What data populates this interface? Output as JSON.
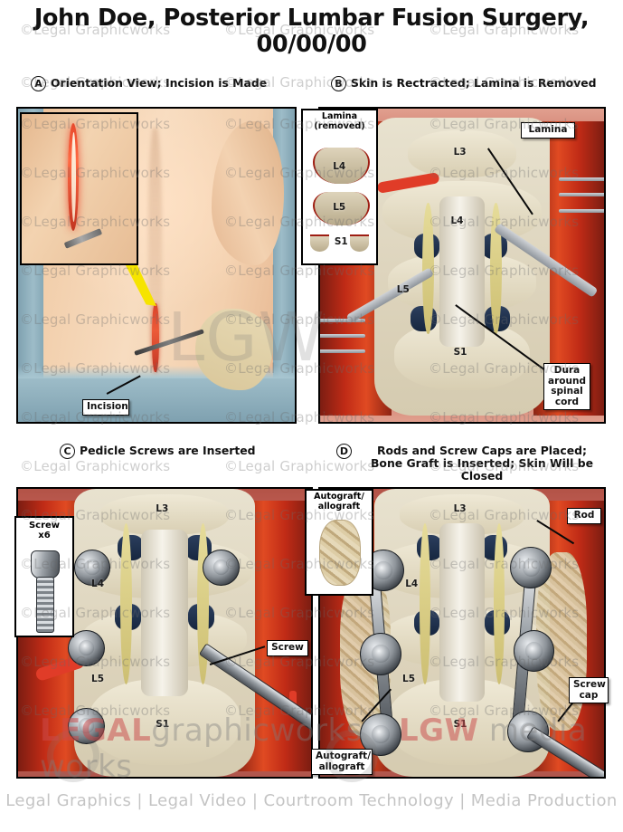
{
  "document": {
    "title_line1": "John Doe, Posterior Lumbar Fusion Surgery,",
    "title_line2": "00/00/00"
  },
  "panels": [
    {
      "letter": "A",
      "caption": "Orientation View; Incision is Made",
      "labels": [
        {
          "name": "incision-label",
          "text": "Incision"
        }
      ],
      "inset": {
        "name": "incision-closeup-inset",
        "title": ""
      }
    },
    {
      "letter": "B",
      "caption": "Skin is Rectracted; Lamina is Removed",
      "labels": [
        {
          "name": "lamina-label",
          "text": "Lamina"
        },
        {
          "name": "dura-label",
          "text": "Dura\naround\nspinal\ncord"
        }
      ],
      "vertebrae": [
        "L3",
        "L4",
        "L5",
        "S1"
      ],
      "inset": {
        "name": "lamina-removed-inset",
        "title": "Lamina\n(removed)",
        "items": [
          "L4",
          "L5",
          "S1"
        ]
      }
    },
    {
      "letter": "C",
      "caption": "Pedicle Screws are Inserted",
      "labels": [
        {
          "name": "screw-label",
          "text": "Screw"
        }
      ],
      "vertebrae": [
        "L3",
        "L4",
        "L5",
        "S1"
      ],
      "inset": {
        "name": "screw-inset",
        "title": "Screw\nx6",
        "items": []
      }
    },
    {
      "letter": "D",
      "caption_line1": "Rods and Screw Caps are Placed;",
      "caption_line2": "Bone Graft is Inserted; Skin Will be Closed",
      "labels": [
        {
          "name": "rod-label",
          "text": "Rod"
        },
        {
          "name": "screw-cap-label",
          "text": "Screw\ncap"
        },
        {
          "name": "autograft-label",
          "text": "Autograft/\nallograft"
        }
      ],
      "vertebrae": [
        "L3",
        "L4",
        "L5",
        "S1"
      ],
      "inset": {
        "name": "autograft-inset",
        "title": "Autograft/\nallograft",
        "items": []
      }
    }
  ],
  "watermark": {
    "text": "©Legal Graphicworks",
    "big_text": "LGW",
    "brand_legal": "LEGAL",
    "brand_graphicworks": "graphicworks",
    "brand_lgw": "LGW",
    "brand_mediaworks": "media works"
  },
  "footer": {
    "tagline": "Legal Graphics | Legal Video | Courtroom Technology | Media Production"
  },
  "colors": {
    "accent_red": "#c94a4a",
    "border": "#000000",
    "page_bg": "#ffffff",
    "drape_blue": "#8fb0bd",
    "muscle_red": "#c02b16",
    "bone": "#e8e2cf"
  }
}
